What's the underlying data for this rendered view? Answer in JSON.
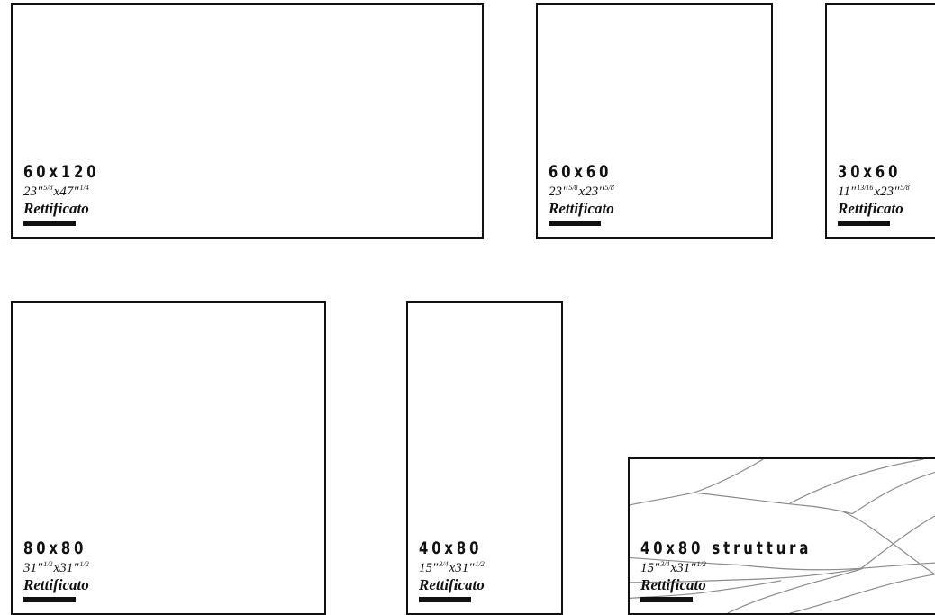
{
  "tiles": [
    {
      "id": "60x120",
      "size": "60x120",
      "inch_w": "23\"",
      "inch_w_frac": "5/8",
      "inch_sep": "x",
      "inch_h": "47\"",
      "inch_h_frac": "1/4",
      "finish": "Rettificato"
    },
    {
      "id": "60x60",
      "size": "60x60",
      "inch_w": "23\"",
      "inch_w_frac": "5/8",
      "inch_sep": "x",
      "inch_h": "23\"",
      "inch_h_frac": "5/8",
      "finish": "Rettificato"
    },
    {
      "id": "30x60",
      "size": "30x60",
      "inch_w": "11\"",
      "inch_w_frac": "13/16",
      "inch_sep": "x",
      "inch_h": "23\"",
      "inch_h_frac": "5/8",
      "finish": "Rettificato"
    },
    {
      "id": "80x80",
      "size": "80x80",
      "inch_w": "31\"",
      "inch_w_frac": "1/2",
      "inch_sep": "x",
      "inch_h": "31\"",
      "inch_h_frac": "1/2",
      "finish": "Rettificato"
    },
    {
      "id": "40x80",
      "size": "40x80",
      "inch_w": "15\"",
      "inch_w_frac": "3/4",
      "inch_sep": "x",
      "inch_h": "31\"",
      "inch_h_frac": "1/2",
      "finish": "Rettificato"
    },
    {
      "id": "40x80-struttura",
      "size": "40x80 struttura",
      "inch_w": "15\"",
      "inch_w_frac": "3/4",
      "inch_sep": "x",
      "inch_h": "31\"",
      "inch_h_frac": "1/2",
      "finish": "Rettificato"
    }
  ],
  "colors": {
    "ink": "#111111",
    "texture_line": "#8a8a8a",
    "background": "#ffffff"
  }
}
